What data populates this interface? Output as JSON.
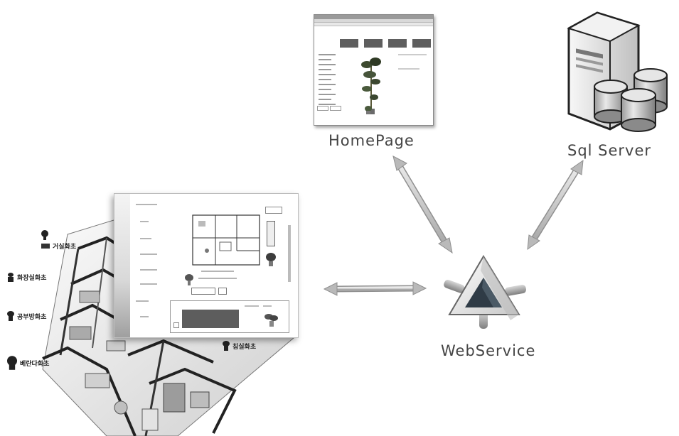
{
  "nodes": {
    "homepage": {
      "label": "HomePage"
    },
    "sql_server": {
      "label": "Sql Server"
    },
    "webservice": {
      "label": "WebService"
    }
  },
  "room_labels": [
    {
      "text": "거실화초"
    },
    {
      "text": "화장실화초"
    },
    {
      "text": "공부방화초"
    },
    {
      "text": "베란다화초"
    },
    {
      "text": "침실화초"
    }
  ],
  "colors": {
    "arrow": "#c9c9c9",
    "arrow_edge": "#9a9a9a",
    "cylinder": "#bdbdbd",
    "server_body": "#e6e6e6",
    "label_text": "#444444",
    "triangle_dark": "#2f3b46"
  },
  "icons": [
    "server-icon",
    "database-cylinders-icon",
    "webservice-triangle-icon",
    "plant-icon"
  ]
}
